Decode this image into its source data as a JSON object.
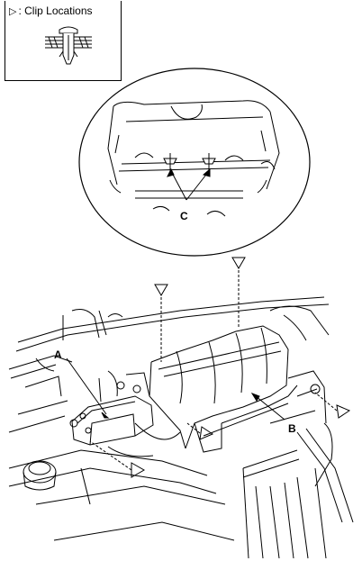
{
  "legend": {
    "symbol": "▷",
    "text": ": Clip Locations",
    "icon": "clip-icon"
  },
  "labels": {
    "a": "A",
    "b": "B",
    "c": "C"
  },
  "colors": {
    "line": "#000000",
    "background": "#ffffff"
  }
}
